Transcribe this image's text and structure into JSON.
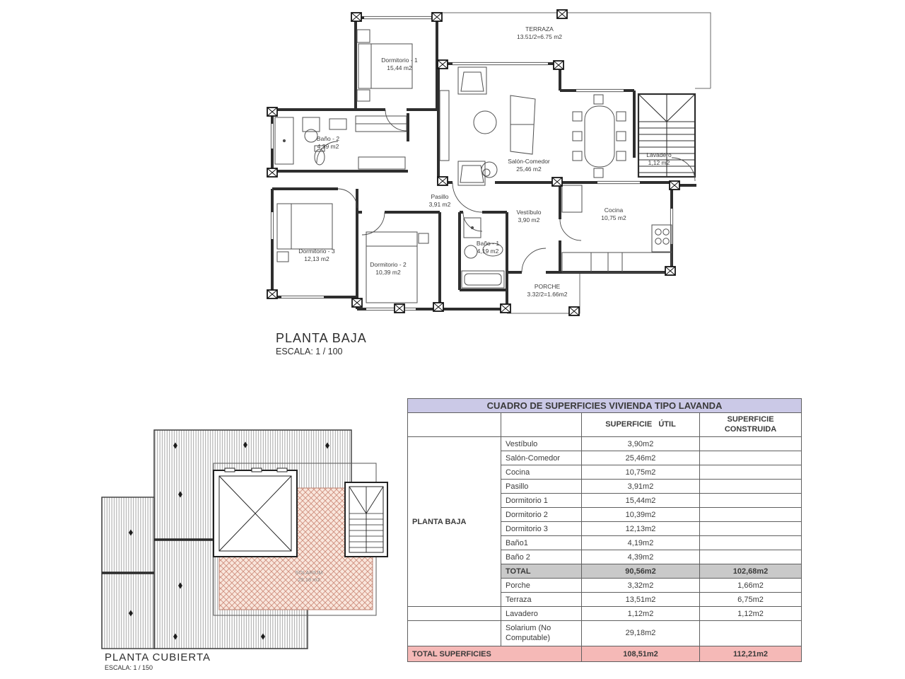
{
  "ground_plan": {
    "title": "PLANTA BAJA",
    "scale": "ESCALA: 1 / 100",
    "labels": {
      "dormitorio1": {
        "name": "Dormitorio - 1",
        "area": "15,44 m2"
      },
      "terraza": {
        "name": "TERRAZA",
        "area": "13.51/2=6.75 m2"
      },
      "bano2": {
        "name": "Baño - 2",
        "area": "4,39 m2"
      },
      "salon": {
        "name": "Salón-Comedor",
        "area": "25,46 m2"
      },
      "lavadero": {
        "name": "Lavadero",
        "area": "1,12 m2"
      },
      "pasillo": {
        "name": "Pasillo",
        "area": "3,91 m2"
      },
      "vestibulo": {
        "name": "Vestíbulo",
        "area": "3,90 m2"
      },
      "cocina": {
        "name": "Cocina",
        "area": "10,75 m2"
      },
      "dormitorio3": {
        "name": "Dormitorio - 3",
        "area": "12,13 m2"
      },
      "dormitorio2": {
        "name": "Dormitorio - 2",
        "area": "10,39 m2"
      },
      "bano1": {
        "name": "Baño - 1",
        "area": "4,19 m2"
      },
      "porche": {
        "name": "PORCHE",
        "area": "3.32/2=1.66m2"
      }
    }
  },
  "roof_plan": {
    "title": "PLANTA CUBIERTA",
    "scale": "ESCALA: 1 / 150",
    "solarium": {
      "name": "SOLARIUM",
      "area": "29,18 m2"
    }
  },
  "table": {
    "title": "CUADRO DE SUPERFICIES  VIVIENDA TIPO LAVANDA",
    "headers": {
      "util": "SUPERFICIE   ÚTIL",
      "built": "SUPERFICIE\nCONSTRUIDA"
    },
    "group_label": "PLANTA BAJA",
    "rows": [
      {
        "name": "Vestíbulo",
        "util": "3,90m2",
        "built": ""
      },
      {
        "name": "Salón-Comedor",
        "util": "25,46m2",
        "built": ""
      },
      {
        "name": "Cocina",
        "util": "10,75m2",
        "built": ""
      },
      {
        "name": "Pasillo",
        "util": "3,91m2",
        "built": ""
      },
      {
        "name": "Dormitorio 1",
        "util": "15,44m2",
        "built": ""
      },
      {
        "name": "Dormitorio 2",
        "util": "10,39m2",
        "built": ""
      },
      {
        "name": "Dormitorio 3",
        "util": "12,13m2",
        "built": ""
      },
      {
        "name": "Baño1",
        "util": "4,19m2",
        "built": ""
      },
      {
        "name": "Baño 2",
        "util": "4,39m2",
        "built": ""
      },
      {
        "name": "TOTAL",
        "util": "90,56m2",
        "built": "102,68m2"
      },
      {
        "name": "Porche",
        "util": "3,32m2",
        "built": "1,66m2"
      },
      {
        "name": "Terraza",
        "util": "13,51m2",
        "built": "6,75m2"
      },
      {
        "name": "Lavadero",
        "util": "1,12m2",
        "built": "1,12m2"
      },
      {
        "name": "Solarium (No Computable)",
        "util": "29,18m2",
        "built": ""
      }
    ],
    "total_row": {
      "label": "TOTAL SUPERFICIES",
      "util": "108,51m2",
      "built": "112,21m2"
    }
  },
  "colors": {
    "table_title_bg": "#cbc9e7",
    "total_row_bg": "#c9c9c9",
    "grand_total_bg": "#f5b9b7",
    "solarium_fill": "#f9e6dc",
    "solarium_line": "#cf8f7d",
    "wall_line": "#2e2e2e"
  }
}
